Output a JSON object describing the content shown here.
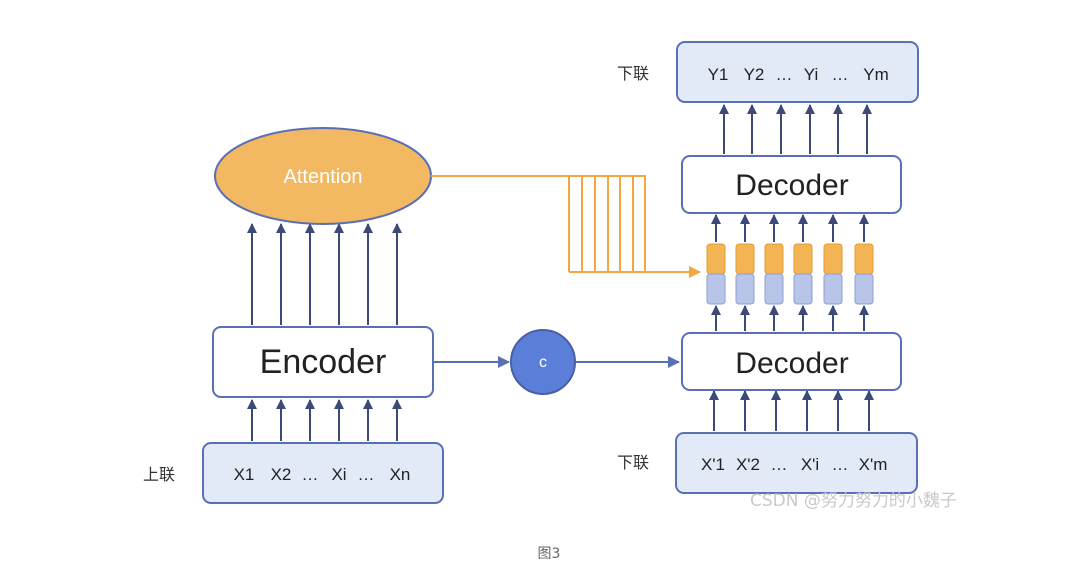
{
  "labels": {
    "left_input_side": "上联",
    "right_input_side": "下联",
    "right_output_side": "下联"
  },
  "nodes": {
    "attention": "Attention",
    "encoder": "Encoder",
    "context": "c",
    "decoder_top": "Decoder",
    "decoder_bottom": "Decoder"
  },
  "sequences": {
    "encoder_inputs": [
      "X1",
      "X2",
      "…",
      "Xi",
      "…",
      "Xn"
    ],
    "decoder_inputs": [
      "X'1",
      "X'2",
      "…",
      "X'i",
      "…",
      "X'm"
    ],
    "decoder_outputs": [
      "Y1",
      "Y2",
      "…",
      "Yi",
      "…",
      "Ym"
    ]
  },
  "caption": "图3",
  "watermark": "CSDN @努力努力的小魏子",
  "colors": {
    "node_border": "#5b6fb5",
    "arrow": "#3d4a78",
    "box_fill": "#e3eaf7",
    "attention_fill": "#f2b862",
    "attention_line": "#f5a640",
    "context_fill": "#5b7fd9",
    "state_blue": "#b8c5e8",
    "state_orange": "#f2b455"
  }
}
